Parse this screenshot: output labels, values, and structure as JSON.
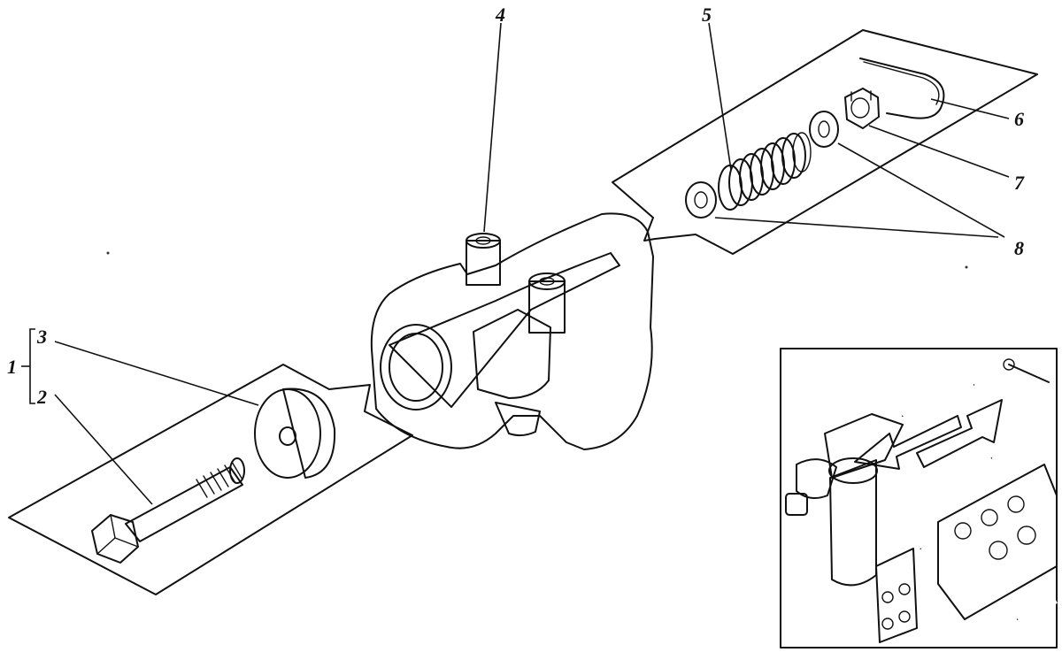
{
  "diagram": {
    "callouts": {
      "c1": "1",
      "c2": "2",
      "c3": "3",
      "c4": "4",
      "c5": "5",
      "c6": "6",
      "c7": "7",
      "c8": "8"
    },
    "colors": {
      "ink": "#111111",
      "paper": "#ffffff",
      "shade": "#b8b8b8"
    },
    "icons": {
      "arrow-left": "location-arrow-icon",
      "arrow-right": "location-arrow-icon"
    }
  }
}
